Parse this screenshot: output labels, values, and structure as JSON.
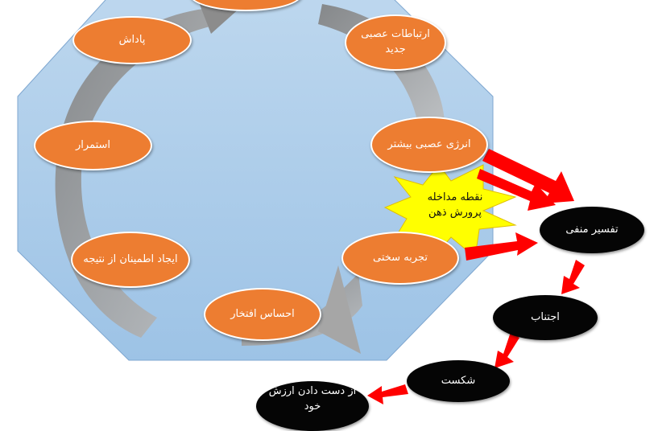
{
  "colors": {
    "octagon_fill": "#9DC3E6",
    "cycle_arrow": "#A5A5A5",
    "orange_node": "#ED7D31",
    "black_node": "#050505",
    "red_arrow": "#FF0000",
    "star": "#FFFF00"
  },
  "cycle": {
    "top": "",
    "reward": "پاداش",
    "new_connections": "ارتباطات عصبی جدید",
    "more_energy": "انرژی عصبی بیشتر",
    "continuation": "استمرار",
    "confidence": "ایجاد اطمینان از نتیجه",
    "hard_experience": "تجربه سختی",
    "pride": "احساس افتخار"
  },
  "intervention": {
    "label": "نقطه مداخله پرورش ذهن"
  },
  "negative_path": {
    "negative_interpretation": "تفسیر منفی",
    "avoidance": "اجتناب",
    "failure": "شکست",
    "loss": "از دست دادن ارزش خود"
  }
}
